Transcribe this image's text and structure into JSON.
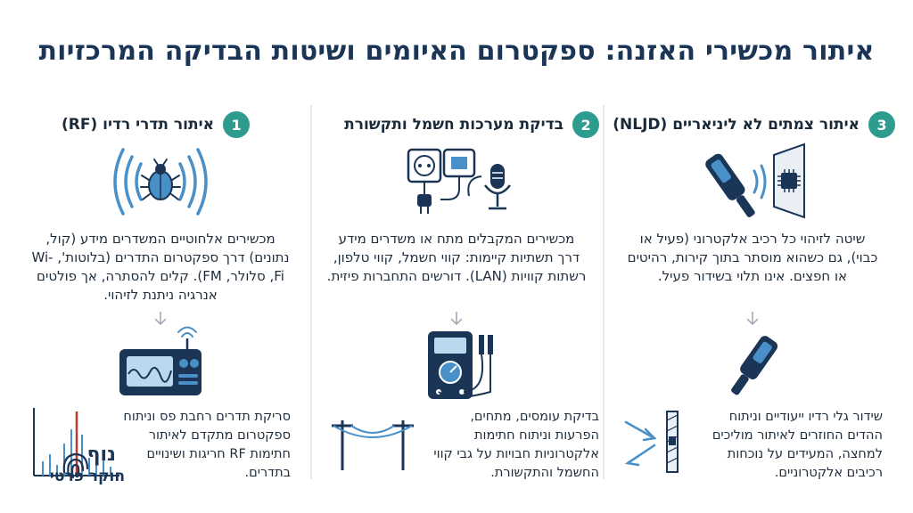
{
  "title": "איתור מכשירי האזנה: ספקטרום האיומים ושיטות הבדיקה המרכזיות",
  "columns": [
    {
      "number": "1",
      "title": "איתור תדרי רדיו (RF)",
      "desc": "מכשירים אלחוטיים המשדרים מידע (קול, נתונים) דרך ספקטרום התדרים (בלוטות', Wi-Fi, סלולר, FM). קלים להסתרה, אך פולטים אנרגיה ניתנת לזיהוי.",
      "bottom": "סריקת תדרים רחבת פס וניתוח ספקטרום מתקדם לאיתור חתימות RF חריגות ושינויים בתדרים."
    },
    {
      "number": "2",
      "title": "בדיקת מערכות חשמל ותקשורת",
      "desc": "מכשירים המקבלים מתח או משדרים מידע דרך תשתיות קיימות: קווי חשמל, קווי טלפון, רשתות קוויות (LAN). דורשים התחברות פיזית.",
      "bottom": "בדיקת עומסים, מתחים, הפרעות וניתוח חתימות אלקטרוניות חבויות על גבי קווי החשמל והתקשורת."
    },
    {
      "number": "3",
      "title": "איתור צמתים לא ליניאריים (NLJD)",
      "desc": "שיטה לזיהוי כל רכיב אלקטרוני (פעיל או כבוי), גם כשהוא מוסתר בתוך קירות, רהיטים או חפצים. אינו תלוי בשידור פעיל.",
      "bottom": "שידור גלי רדיו ייעודיים וניתוח ההדים החוזרים לאיתור מוליכים למחצה, המעידים על נוכחות רכיבים אלקטרוניים."
    }
  ],
  "logo": {
    "top": "נוף",
    "bottom": "חוקר פרטי"
  },
  "colors": {
    "accent": "#2d9c8e",
    "navy": "#1a3556",
    "wave": "#4a90c8",
    "spike": "#c0392b"
  }
}
